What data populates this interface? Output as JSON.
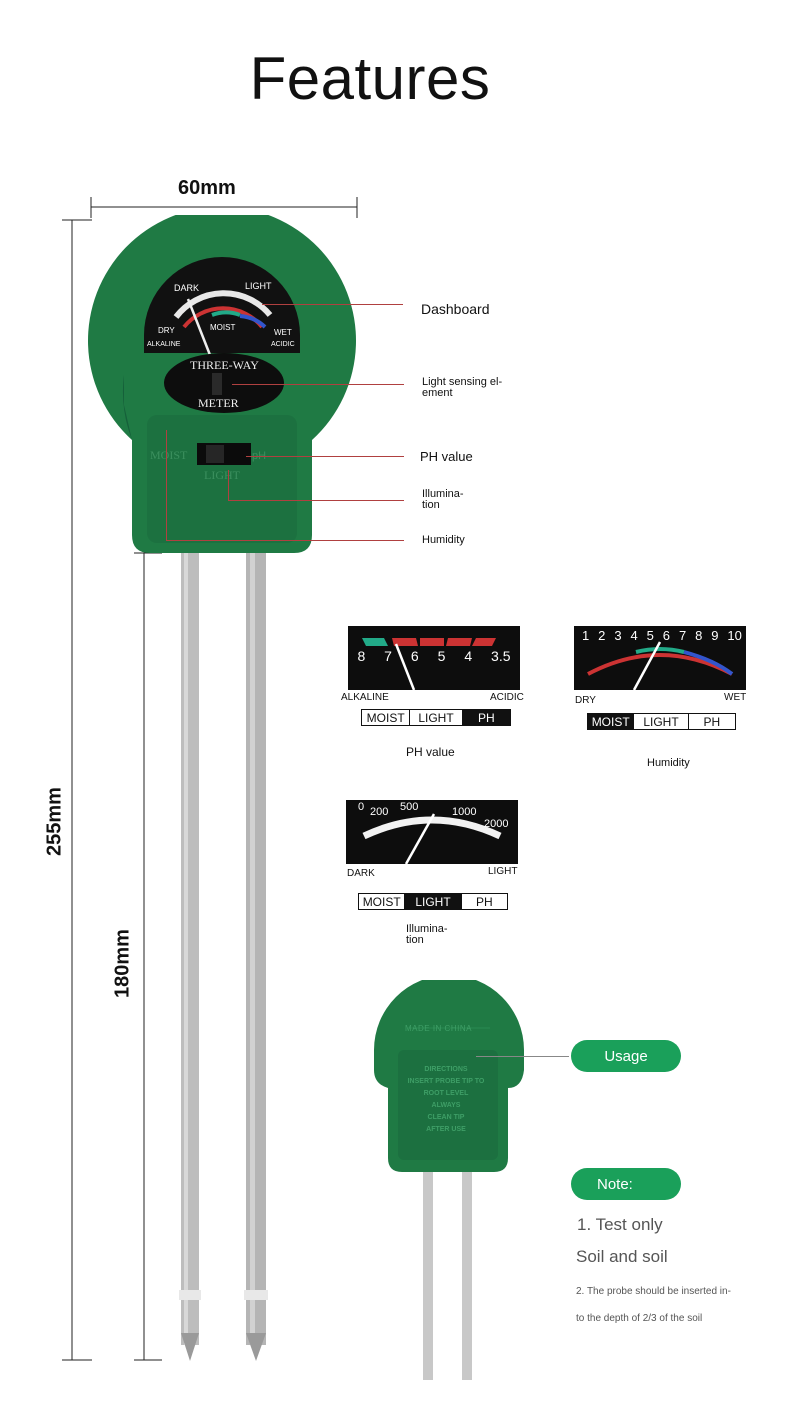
{
  "title": "Features",
  "dimensions": {
    "width": "60mm",
    "total_height": "255mm",
    "probe_height": "180mm"
  },
  "meter": {
    "scale_top_left": "DARK",
    "scale_top_right": "LIGHT",
    "light_scale": [
      "0",
      "200",
      "500",
      "1000",
      "2000"
    ],
    "moist_scale": [
      "1",
      "2",
      "3",
      "4",
      "5",
      "6",
      "7",
      "8",
      "9",
      "10"
    ],
    "label_dry": "DRY",
    "label_moist": "MOIST",
    "label_wet": "WET",
    "label_alkaline": "ALKALINE",
    "label_acidic": "ACIDIC",
    "ph_scale": [
      "8",
      "7",
      "6",
      "5",
      "4",
      "3.5"
    ],
    "brand_line1": "THREE-WAY",
    "brand_line2": "METER",
    "switch_left": "MOIST",
    "switch_right": "pH",
    "switch_bottom": "LIGHT",
    "colors": {
      "body": "#1f7a44",
      "body_dark": "#15603a",
      "probe": "#b9b9b9"
    }
  },
  "callouts": {
    "dashboard": "Dashboard",
    "light_sensing": "Light sensing el-\nement",
    "ph_value": "PH value",
    "illumination": "Illumina-\ntion",
    "humidity": "Humidity"
  },
  "panels": {
    "ph": {
      "numbers": [
        "8",
        "7",
        "6",
        "5",
        "4",
        "3.5"
      ],
      "left_label": "ALKALINE",
      "right_label": "ACIDIC",
      "modes": [
        "MOIST",
        "LIGHT",
        "PH"
      ],
      "active_mode": "PH",
      "caption": "PH value"
    },
    "humidity": {
      "numbers": [
        "1",
        "2",
        "3",
        "4",
        "5",
        "6",
        "7",
        "8",
        "9",
        "10"
      ],
      "left_label": "DRY",
      "right_label": "WET",
      "modes": [
        "MOIST",
        "LIGHT",
        "PH"
      ],
      "active_mode": "MOIST",
      "caption": "Humidity"
    },
    "light": {
      "numbers": [
        "0",
        "200",
        "500",
        "1000",
        "2000"
      ],
      "left_label": "DARK",
      "right_label": "LIGHT",
      "modes": [
        "MOIST",
        "LIGHT",
        "PH"
      ],
      "active_mode": "LIGHT",
      "caption": "Illumina-\ntion"
    }
  },
  "back": {
    "made_in": "MADE IN CHINA",
    "directions": [
      "DIRECTIONS",
      "INSERT PROBE TIP TO",
      "ROOT LEVEL",
      "ALWAYS",
      "CLEAN TIP",
      "AFTER USE"
    ]
  },
  "usage_label": "Usage",
  "note_label": "Note:",
  "notes": {
    "line1": "1. Test only",
    "line2": "Soil and soil",
    "line3": "2. The probe should be inserted in-",
    "line4": "to the depth of 2/3 of the soil"
  }
}
